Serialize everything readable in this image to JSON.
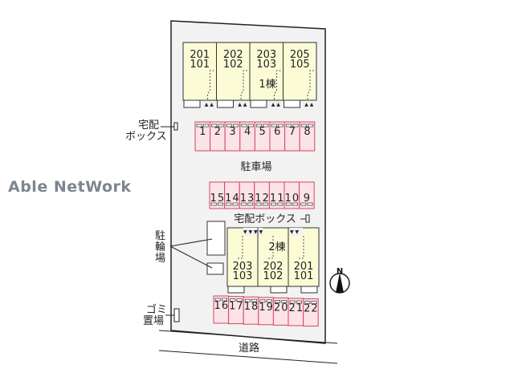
{
  "watermark": "Able NetWork",
  "building1": {
    "label": "1棟",
    "units": [
      {
        "upper": "201",
        "lower": "101"
      },
      {
        "upper": "202",
        "lower": "102"
      },
      {
        "upper": "203",
        "lower": "103"
      },
      {
        "upper": "205",
        "lower": "105"
      }
    ]
  },
  "building2": {
    "label": "2棟",
    "units": [
      {
        "upper": "203",
        "lower": "103"
      },
      {
        "upper": "202",
        "lower": "102"
      },
      {
        "upper": "201",
        "lower": "101"
      }
    ]
  },
  "parking": {
    "label": "駐車場",
    "row1": [
      "1",
      "2",
      "3",
      "4",
      "5",
      "6",
      "7",
      "8"
    ],
    "row2": [
      "15",
      "14",
      "13",
      "12",
      "11",
      "10",
      "9"
    ],
    "row3": [
      "16",
      "17",
      "18",
      "19",
      "20",
      "21",
      "22"
    ]
  },
  "labels": {
    "delivery_box_1": [
      "宅配",
      "ボックス"
    ],
    "delivery_box_2": "宅配ボックス",
    "bicycle": [
      "駐",
      "輪",
      "場"
    ],
    "garbage": [
      "ゴミ",
      "置場"
    ],
    "road": "道路",
    "north": "N"
  }
}
